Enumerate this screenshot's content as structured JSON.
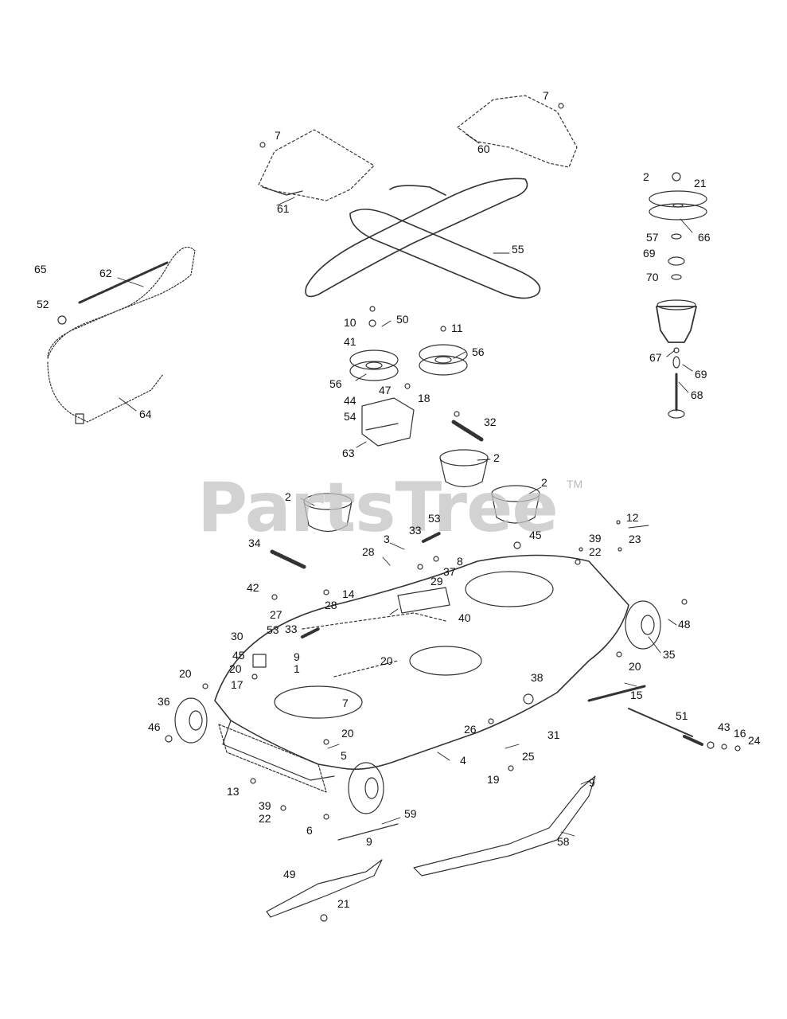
{
  "watermark": {
    "text": "PartsTree",
    "tm": "TM"
  },
  "labels": [
    "7",
    "60",
    "7",
    "61",
    "2",
    "21",
    "66",
    "57",
    "69",
    "70",
    "55",
    "65",
    "62",
    "52",
    "64",
    "10",
    "50",
    "41",
    "11",
    "56",
    "56",
    "44",
    "47",
    "18",
    "54",
    "32",
    "63",
    "67",
    "69",
    "68",
    "2",
    "2",
    "2",
    "12",
    "53",
    "33",
    "45",
    "3",
    "39",
    "23",
    "28",
    "22",
    "8",
    "34",
    "37",
    "29",
    "14",
    "42",
    "27",
    "28",
    "40",
    "48",
    "30",
    "53",
    "33",
    "9",
    "45",
    "1",
    "20",
    "20",
    "20",
    "35",
    "20",
    "38",
    "15",
    "17",
    "36",
    "7",
    "46",
    "20",
    "51",
    "26",
    "43",
    "16",
    "24",
    "31",
    "25",
    "5",
    "4",
    "19",
    "13",
    "9",
    "39",
    "22",
    "59",
    "58",
    "6",
    "9",
    "49",
    "21"
  ]
}
